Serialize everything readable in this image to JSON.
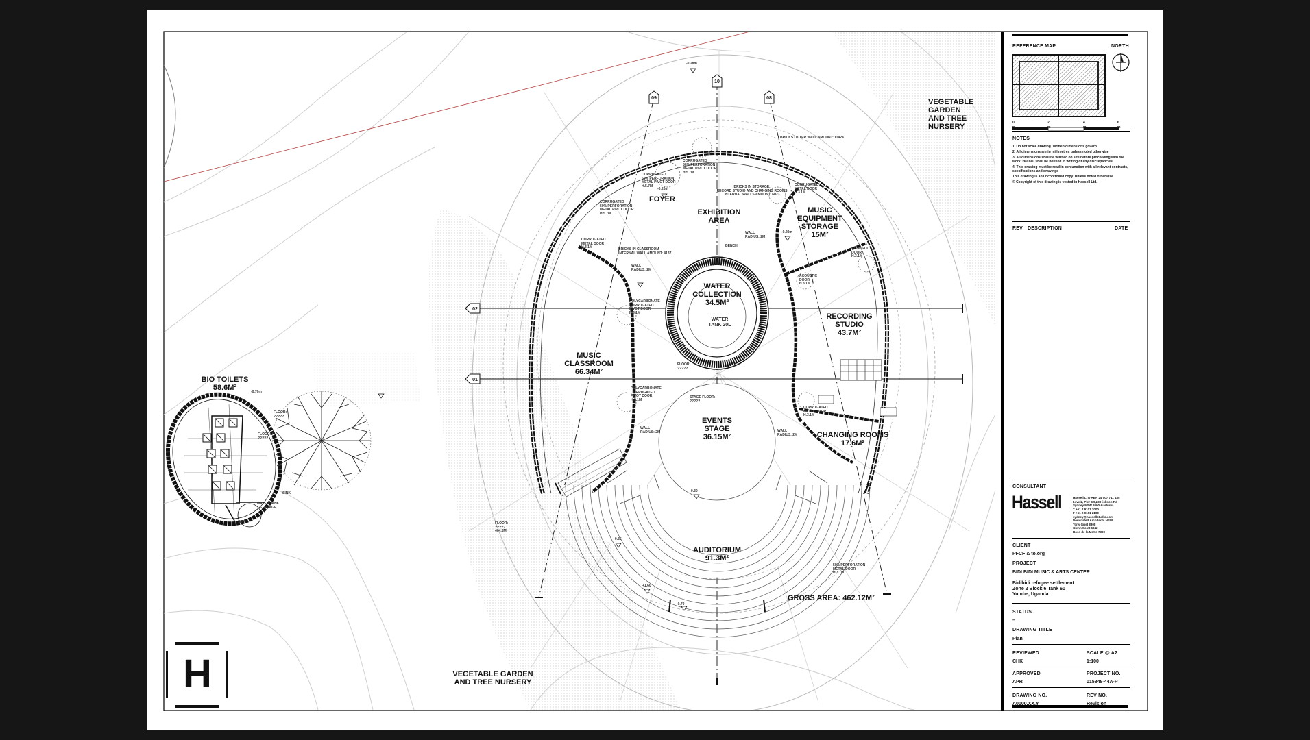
{
  "rooms": {
    "bio_toilets": {
      "name": "BIO TOILETS",
      "area": "58.6M²"
    },
    "foyer": {
      "name": "FOYER"
    },
    "exhibition": {
      "name": "EXHIBITION\nAREA"
    },
    "music_equipment": {
      "name": "MUSIC\nEQUIPMENT\nSTORAGE",
      "area": "15M²"
    },
    "water_collection": {
      "name": "WATER\nCOLLECTION",
      "area": "34.5M²",
      "sub": "WATER\nTANK 20L"
    },
    "recording": {
      "name": "RECORDING\nSTUDIO",
      "area": "43.7M²"
    },
    "music_classroom": {
      "name": "MUSIC\nCLASSROOM",
      "area": "66.34M²"
    },
    "events_stage": {
      "name": "EVENTS\nSTAGE",
      "area": "36.15M²"
    },
    "changing_rooms": {
      "name": "CHANGING ROOMS",
      "area": "17.6M²"
    },
    "auditorium": {
      "name": "AUDITORIUM",
      "area": "91.3M²"
    }
  },
  "plan": {
    "gross_area": "GROSS AREA: 462.12M²",
    "veg_garden_top": "VEGETABLE GARDEN\nAND TREE NURSERY",
    "veg_garden_bottom": "VEGETABLE GARDEN\nAND TREE NURSERY",
    "grid_01": "01",
    "grid_02": "02",
    "grid_08": "08",
    "grid_09": "09",
    "grid_10": "10",
    "notes": {
      "bricks_outer": "BRICKS OUTER WALL AMOUNT: 11424",
      "bricks_storage": "BRICKS IN STORAGE,\nRECORD STUDIO AND CHANGING ROOMS\nINTERNAL WALLS AMOUNT: 6023",
      "bricks_classroom": "BRICKS IN CLASSROOM\nINTERNAL WALL AMOUNT: 4137",
      "corr_a": "CORRUGATED\n50% PERFORATION\nMETAL PIVOT DOOR\nH.5.7M",
      "corr_b": "CORRUGATED\n50% PERFORATION\nMETAL PIVOT DOOR\nH.5.7M",
      "corr_c": "CORRUGATED\n50% PERFORATION\nMETAL PIVOT DOOR\nH.5.7M",
      "corr_d": "CORRUGATED\nMETAL DOOR\nH.3.1M",
      "corr_e": "CORRUGATED\nMETAL DOOR\nH.3.1M",
      "corr_f": "CORRUGATED\nMETAL DOOR\nH.3.1M",
      "poly_a": "POLYCARBONATE\nCORRUGATED\nPIVOT DOOR\nH.3.1M",
      "poly_b": "POLYCARBONATE\nCORRUGATED\nPIVOT DOOR\nH.3.1M",
      "acoustic_a": "ACOUSTIC\nDOOR\nH.3.1M",
      "acoustic_b": "ACOUSTIC\nDOOR\nH.3.1M",
      "wall_r1": "WALL\nRADIUS: 2M",
      "wall_r2": "WALL\nRADIUS: 2M",
      "wall_r3": "WALL\nRADIUS: 2M",
      "wall_r4": "WALL\nRADIUS: 2M",
      "bench": "BENCH",
      "floor_a": "FLOOR:\n?????",
      "floor_b": "FLOOR:\n?????",
      "floor_c": "FLOOR:\n?????",
      "floor_d": "FLOOR:\n?????\n404.8M²",
      "stage_floor": "STAGE FLOOR:\n?????",
      "water_tank_storage": "WATER TANK\nSTORAGE",
      "perf_metal": "50% PERFORATION\nMETAL DOOR\nH.3.1M",
      "sink_a": "SINK",
      "sink_b": "SINK",
      "lvl_a": "-0.70m",
      "lvl_b": "-0.28m",
      "lvl_c": "-0.20m",
      "lvl_d": "-0.20m",
      "lvl_e": "+0.35",
      "lvl_f": "+0.30",
      "lvl_g": "-0.70",
      "lvl_h": "+1.60"
    }
  },
  "logo": {
    "letter": "H"
  },
  "title_block": {
    "reference_map": "REFERENCE MAP",
    "north": "NORTH",
    "scale_ticks": [
      "0",
      "2",
      "4",
      "6"
    ],
    "scale_unit": "m",
    "notes_heading": "NOTES",
    "notes": [
      "1.   Do not scale drawing. Written dimensions govern",
      "2.   All dimensions are in millimetres unless noted otherwise",
      "3.   All dimensions shall be verified on site before proceeding with the work. Hassell shall be notified in writing of any discrepancies.",
      "4.   This drawing must be read in conjunction with all relevant contracts, specifications and drawings",
      "      This drawing is an uncontrolled copy. Unless noted otherwise",
      "      © Copyright of this drawing is vested in Hassell Ltd."
    ],
    "rev": "REV",
    "description": "DESCRIPTION",
    "date": "DATE",
    "consultant": "CONSULTANT",
    "hassell": "Hassell",
    "consultant_info": "Hassell LTD ABN 24 007 711 435\nLevel2, Pier 8/9,23 Hickson Rd\nSydney NSW 2000 Australia\nT +61 2 9101 2000\nF +61 2 9101 2100\nsydney@hassellstudio.com\nNominated Architects NSW:\nTony Grist 8308\nGlenn Scott 6942\nRoss de la Motte 7390",
    "client_label": "CLIENT",
    "client": "PFCF & to.org",
    "project_label": "PROJECT",
    "project": "BIDI BIDI MUSIC & ARTS CENTER",
    "site": "Bidibidi refugee settlement\nZone 2 Block 6 Tank 60\nYumbe, Uganda",
    "status_label": "STATUS",
    "status": "–",
    "drawing_title_label": "DRAWING TITLE",
    "drawing_title": "Plan",
    "reviewed_label": "REVIEWED",
    "reviewed": "CHK",
    "scale_label": "SCALE @ A2",
    "scale": "1:100",
    "approved_label": "APPROVED",
    "approved": "APR",
    "project_no_label": "PROJECT NO.",
    "project_no": "015848-44A-P",
    "drawing_no_label": "DRAWING NO.",
    "drawing_no": "A0000.XX.Y",
    "rev_no_label": "REV NO.",
    "rev_no": "Revision"
  }
}
